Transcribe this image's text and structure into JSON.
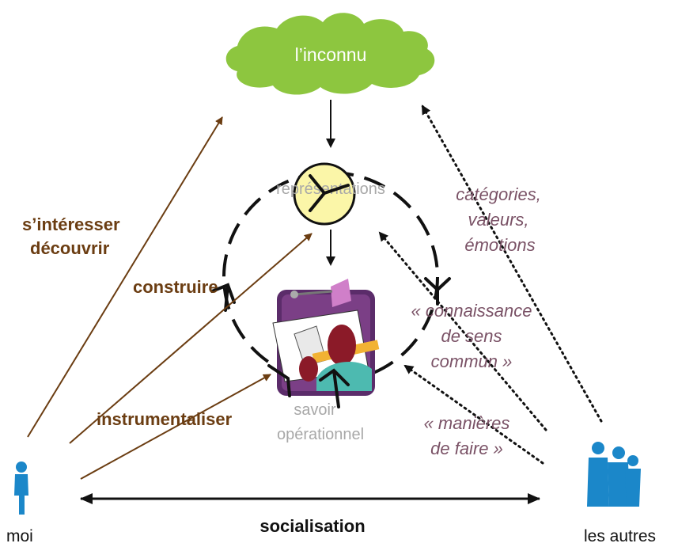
{
  "cloud": {
    "label": "l’inconnu"
  },
  "center": {
    "top_label": "représentations",
    "bottom_label_line1": "savoir",
    "bottom_label_line2": "opérationnel"
  },
  "actions": {
    "interesser": "s’intéresser",
    "decouvrir": "découvrir",
    "construire": "construire",
    "instrumentaliser": "instrumentaliser"
  },
  "social": {
    "categories": [
      "catégories,",
      "valeurs,",
      "émotions"
    ],
    "connaissance": [
      "« connaissance",
      "de sens",
      "commun »"
    ],
    "manieres": [
      "« manières",
      "de faire »"
    ]
  },
  "persons": {
    "moi": "moi",
    "autres": "les autres"
  },
  "bottom": {
    "socialisation": "socialisation"
  },
  "colors": {
    "cloud": "#8dc63f",
    "brown": "#6b3d12",
    "purple": "#7a5266",
    "person": "#1b87c9",
    "sun": "#fbf6a8"
  },
  "icons": [
    "cloud-shape",
    "person-icon",
    "people-group-icon",
    "sun-circle-icon",
    "clipart-illustration"
  ]
}
